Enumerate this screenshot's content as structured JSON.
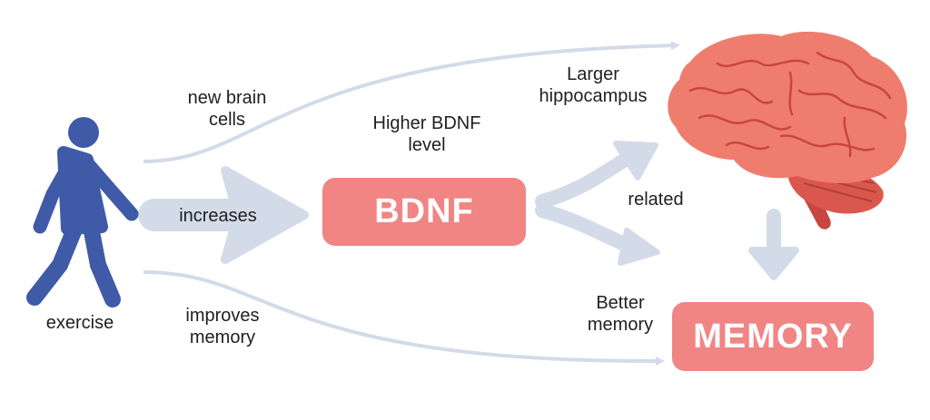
{
  "nodes": {
    "exercise": "exercise",
    "bdnf": "BDNF",
    "memory": "MEMORY"
  },
  "edges": {
    "new_brain_cells": "new brain\ncells",
    "increases": "increases",
    "improves_memory": "improves\nmemory",
    "higher_bdnf": "Higher BDNF\nlevel",
    "larger_hippocampus": "Larger\nhippocampus",
    "related": "related",
    "better_memory": "Better\nmemory"
  },
  "colors": {
    "arrow": "#d3dbe9",
    "box": "#f08584",
    "figure": "#3f5aa6",
    "brain": "#ef7d6e",
    "brain_dark": "#c8463f"
  },
  "icons": {
    "figure": "walking-person-icon",
    "brain": "brain-icon"
  }
}
